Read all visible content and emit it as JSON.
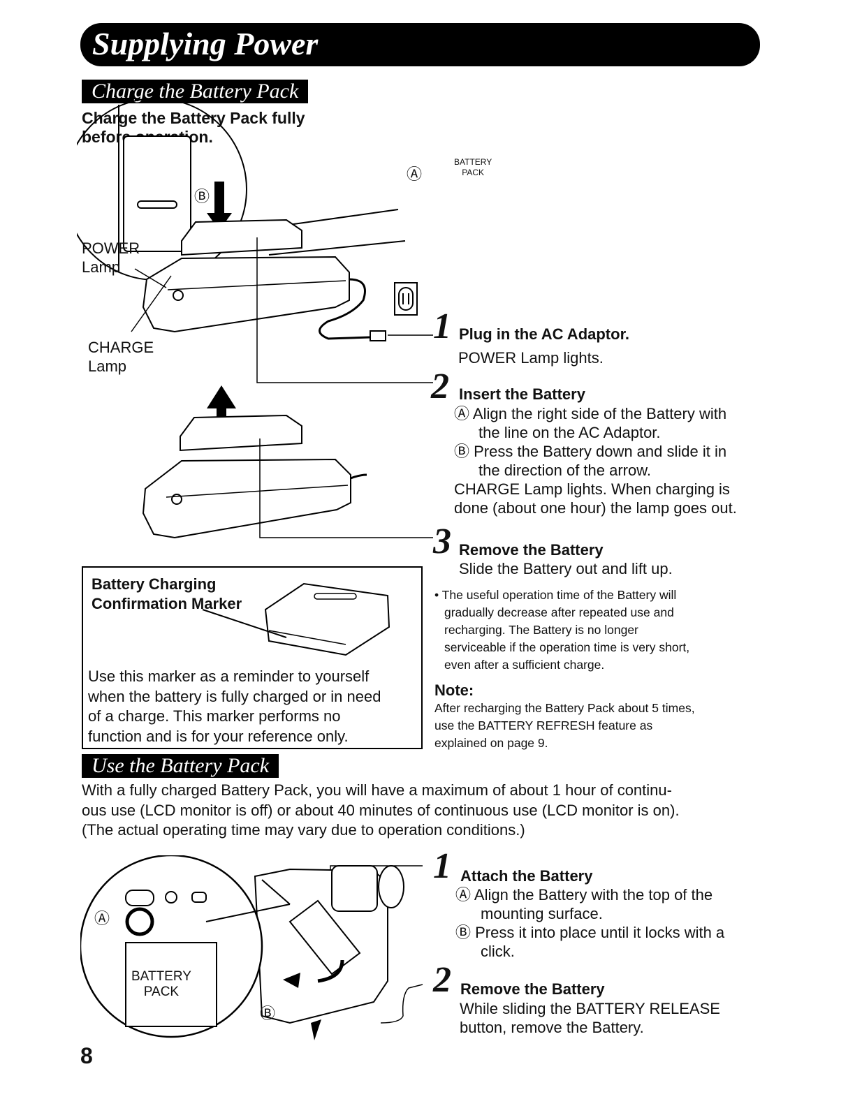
{
  "page_title": "Supplying Power",
  "charge_section": {
    "header": "Charge the Battery Pack",
    "intro": [
      "Charge the Battery Pack fully",
      "before operation."
    ],
    "figure_labels": {
      "power_lamp": [
        "POWER",
        "Lamp"
      ],
      "charge_lamp": [
        "CHARGE",
        "Lamp"
      ],
      "marker_a": "Ⓐ",
      "marker_b": "Ⓑ",
      "battery_pack": [
        "BATTERY",
        "PACK"
      ]
    },
    "steps": [
      {
        "num": "1",
        "title": "Plug in the AC Adaptor.",
        "lines": [
          "POWER Lamp lights."
        ]
      },
      {
        "num": "2",
        "title": "Insert the Battery",
        "items": [
          {
            "marker": "Ⓐ",
            "lines": [
              "Align the right side of the Battery with",
              "the line on the AC Adaptor."
            ]
          },
          {
            "marker": "Ⓑ",
            "lines": [
              "Press the Battery down and slide it in",
              "the direction of the arrow."
            ]
          }
        ],
        "after": [
          "CHARGE Lamp lights. When charging is",
          "done (about one hour) the lamp goes out."
        ]
      },
      {
        "num": "3",
        "title": "Remove the Battery",
        "lines": [
          "Slide the Battery out and lift up."
        ]
      }
    ],
    "bullet": [
      "• The useful operation time of the Battery will",
      "gradually decrease after repeated use and",
      "recharging. The Battery is no longer",
      "serviceable if the operation time is very short,",
      "even after a sufficient charge."
    ],
    "note_title": "Note:",
    "note": [
      "After recharging the Battery Pack about 5 times,",
      "use the BATTERY REFRESH feature as",
      "explained on page 9."
    ]
  },
  "marker_box": {
    "title": [
      "Battery Charging",
      "Confirmation Marker"
    ],
    "text": [
      "Use this marker as a reminder to yourself",
      "when the battery is fully charged or in need",
      "of a charge. This marker performs no",
      "function and is for your reference only."
    ]
  },
  "use_section": {
    "header": "Use the Battery Pack",
    "intro": [
      "With a fully charged Battery Pack, you will have a maximum of about 1 hour of continu-",
      "ous use (LCD monitor is off) or about 40 minutes of continuous use (LCD monitor is on).",
      "(The actual operating time may vary due to operation conditions.)"
    ],
    "figure_labels": {
      "battery_pack": [
        "BATTERY",
        "PACK"
      ],
      "marker_a": "Ⓐ",
      "marker_b": "Ⓑ"
    },
    "steps": [
      {
        "num": "1",
        "title": "Attach the Battery",
        "items": [
          {
            "marker": "Ⓐ",
            "lines": [
              "Align the Battery with the top of the",
              "mounting surface."
            ]
          },
          {
            "marker": "Ⓑ",
            "lines": [
              "Press it into place until it locks with a",
              "click."
            ]
          }
        ]
      },
      {
        "num": "2",
        "title": "Remove the Battery",
        "lines": [
          "While sliding the BATTERY RELEASE",
          "button, remove the Battery."
        ]
      }
    ]
  },
  "page_number": "8"
}
